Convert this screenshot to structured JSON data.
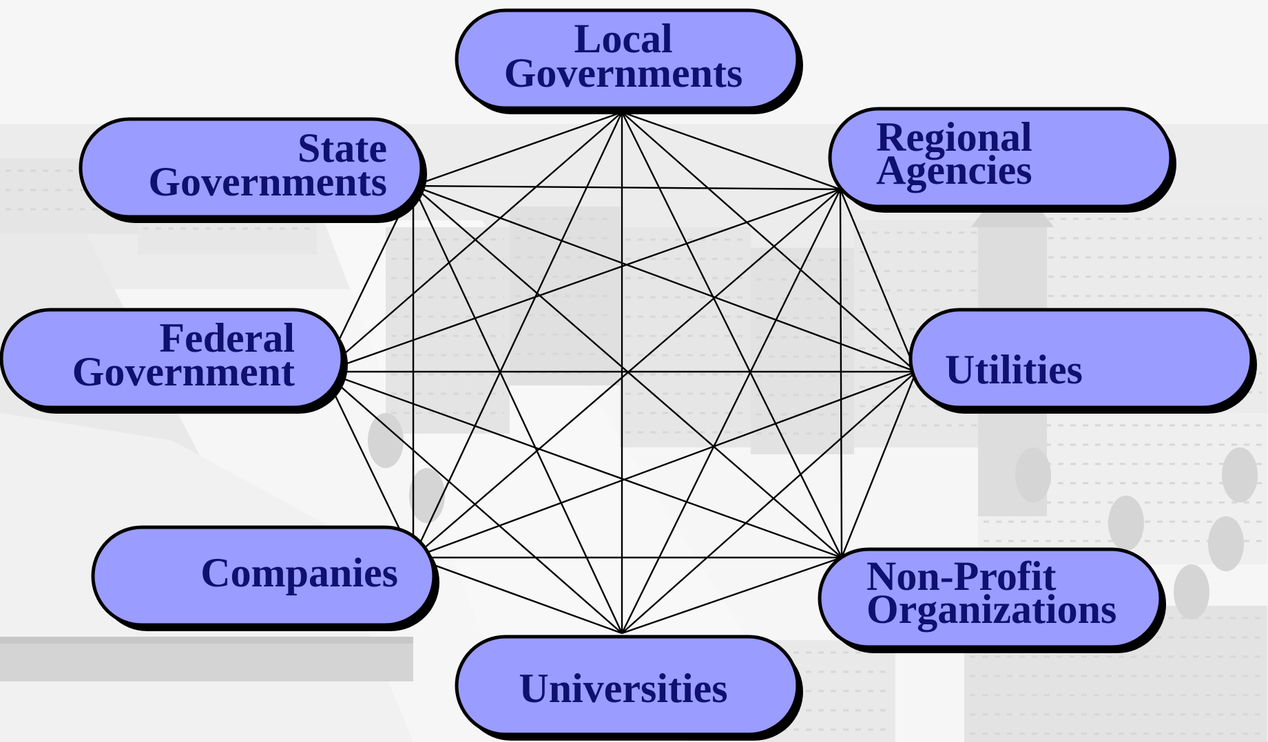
{
  "diagram": {
    "background": "city-photo-grayscale",
    "colors": {
      "node_fill": "#9a9cff",
      "node_border": "#000000",
      "node_shadow": "#000000",
      "node_text": "#101070",
      "edge_line": "#000000"
    },
    "connection_style": "fully-connected",
    "nodes": [
      {
        "id": "local",
        "name": "node-local-governments",
        "lines": [
          "Local",
          "Governments"
        ]
      },
      {
        "id": "regional",
        "name": "node-regional-agencies",
        "lines": [
          "Regional",
          "Agencies"
        ]
      },
      {
        "id": "utilities",
        "name": "node-utilities",
        "lines": [
          "Utilities"
        ]
      },
      {
        "id": "nonprofit",
        "name": "node-non-profit-organizations",
        "lines": [
          "Non-Profit",
          "Organizations"
        ]
      },
      {
        "id": "universities",
        "name": "node-universities",
        "lines": [
          "Universities"
        ]
      },
      {
        "id": "companies",
        "name": "node-companies",
        "lines": [
          "Companies"
        ]
      },
      {
        "id": "federal",
        "name": "node-federal-government",
        "lines": [
          "Federal",
          "Government"
        ]
      },
      {
        "id": "state",
        "name": "node-state-governments",
        "lines": [
          "State",
          "Governments"
        ]
      }
    ]
  }
}
